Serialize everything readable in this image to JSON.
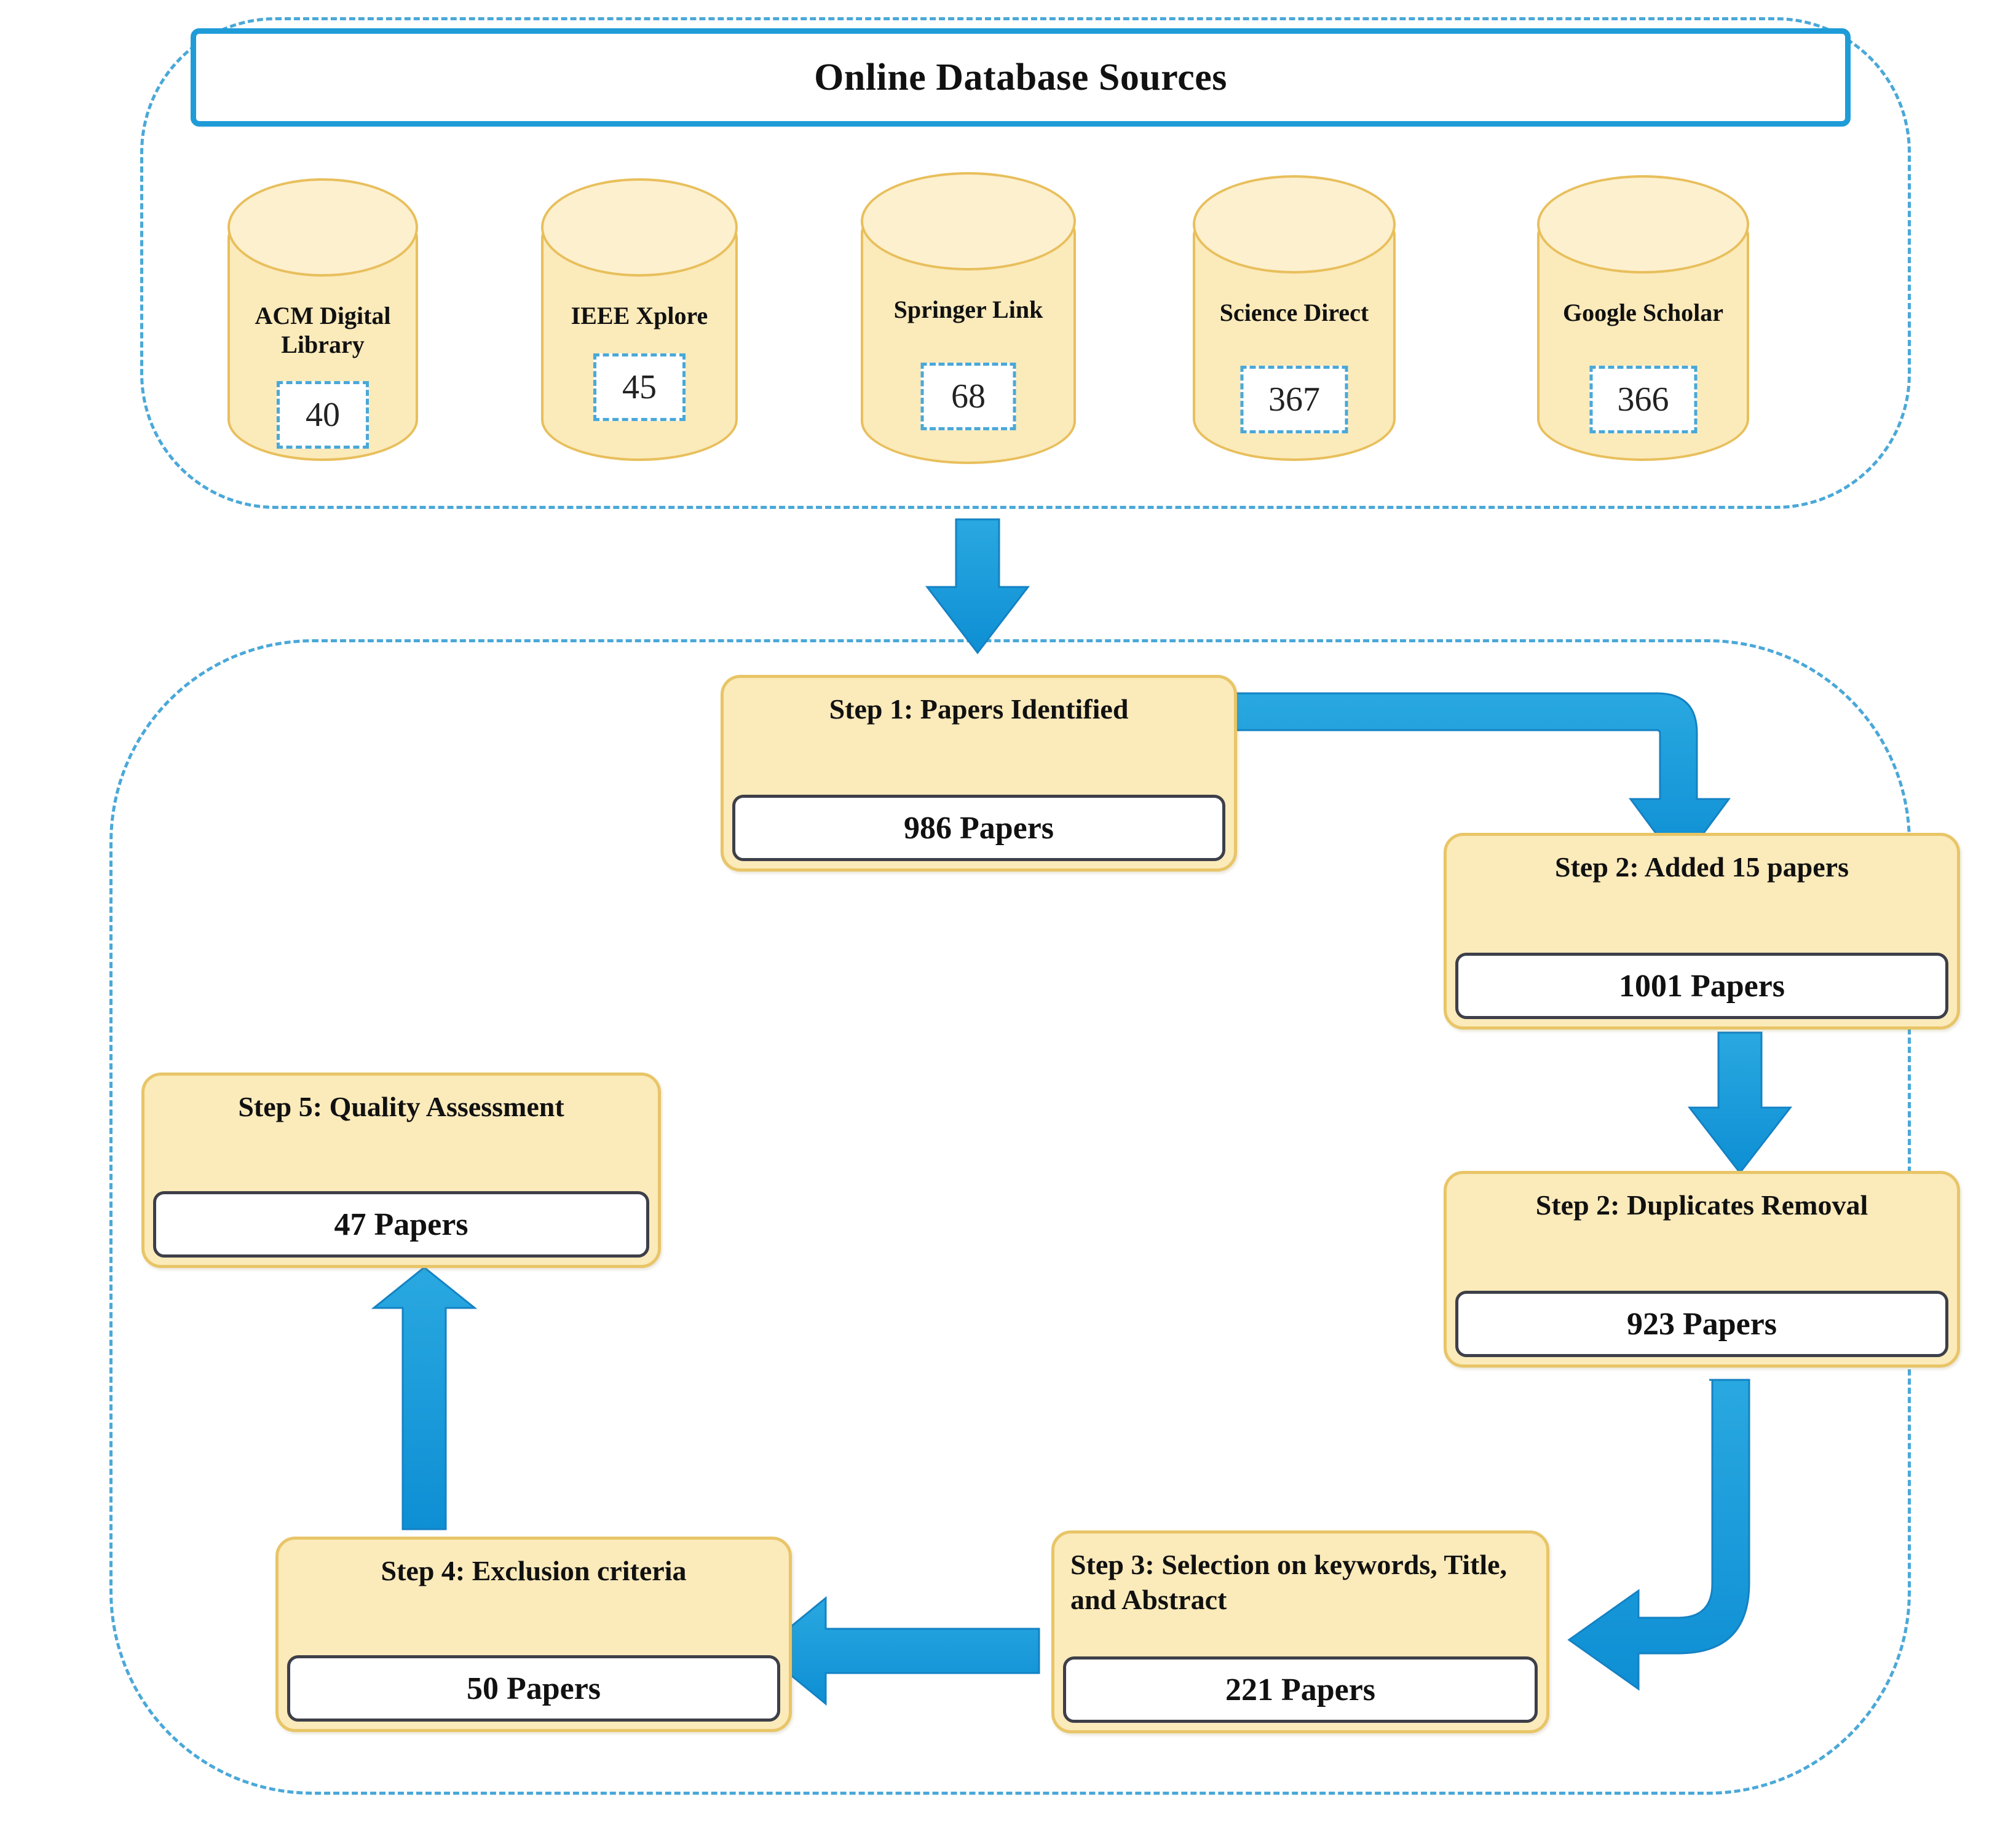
{
  "diagram": {
    "title": "Online Database Sources",
    "accent_blue": "#1f9cd8",
    "box_fill": "#fbeaba",
    "box_border": "#e8c567",
    "dashed_outline": "#4aa8d8"
  },
  "sources": [
    {
      "name": "ACM Digital Library",
      "count": "40"
    },
    {
      "name": "IEEE Xplore",
      "count": "45"
    },
    {
      "name": "Springer Link",
      "count": "68"
    },
    {
      "name": "Science Direct",
      "count": "367"
    },
    {
      "name": "Google Scholar",
      "count": "366"
    }
  ],
  "steps": {
    "step1": {
      "title": "Step 1: Papers Identified",
      "value": "986 Papers"
    },
    "step2a": {
      "title": "Step 2: Added 15 papers",
      "value": "1001 Papers"
    },
    "step2b": {
      "title": "Step 2: Duplicates Removal",
      "value": "923 Papers"
    },
    "step3": {
      "title": "Step 3: Selection on keywords, Title, and Abstract",
      "value": "221 Papers"
    },
    "step4": {
      "title": "Step 4: Exclusion criteria",
      "value": "50 Papers"
    },
    "step5": {
      "title": "Step 5: Quality Assessment",
      "value": "47 Papers"
    }
  },
  "chart_data": {
    "type": "flow",
    "title": "Online Database Sources",
    "categories": [
      "ACM Digital Library",
      "IEEE Xplore",
      "Springer Link",
      "Science Direct",
      "Google Scholar"
    ],
    "values": [
      40,
      45,
      68,
      367,
      366
    ],
    "pipeline": [
      {
        "step": "Step 1: Papers Identified",
        "papers": 986
      },
      {
        "step": "Step 2: Added 15 papers",
        "papers": 1001
      },
      {
        "step": "Step 2: Duplicates Removal",
        "papers": 923
      },
      {
        "step": "Step 3: Selection on keywords, Title, and Abstract",
        "papers": 221
      },
      {
        "step": "Step 4: Exclusion criteria",
        "papers": 50
      },
      {
        "step": "Step 5: Quality Assessment",
        "papers": 47
      }
    ]
  }
}
